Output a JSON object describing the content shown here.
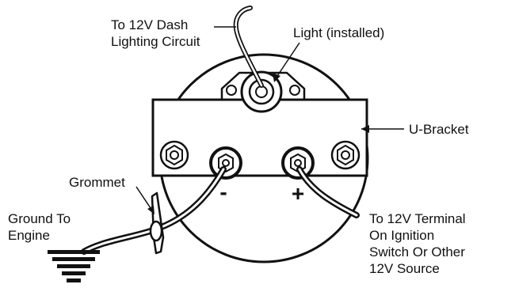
{
  "labels": {
    "dash_lighting": [
      "To 12V Dash",
      "Lighting Circuit"
    ],
    "light": "Light (installed)",
    "u_bracket": "U-Bracket",
    "grommet": "Grommet",
    "ground": [
      "Ground To",
      "Engine"
    ],
    "terminal_12v": [
      "To 12V Terminal",
      "On Ignition",
      "Switch Or Other",
      "12V Source"
    ]
  },
  "terminal_signs": {
    "negative": "-",
    "positive": "+"
  },
  "colors": {
    "line": "#111111",
    "background": "#ffffff"
  }
}
